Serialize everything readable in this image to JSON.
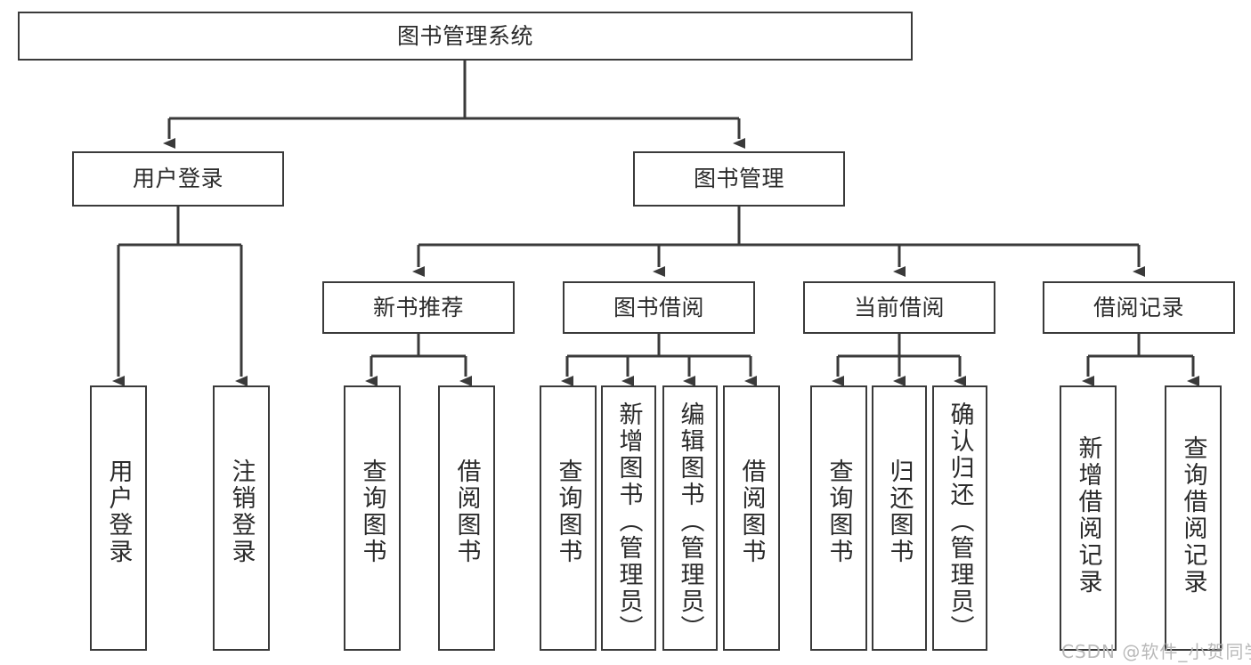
{
  "diagram": {
    "type": "tree-hierarchy",
    "title": "图书管理系统",
    "orientation": "top-down",
    "levels": 4,
    "line_color": "#3a3a3a",
    "box_fill": "#ffffff",
    "text_color": "#2b2b2b"
  },
  "nodes": {
    "root": {
      "label": "图书管理系统",
      "level": 1,
      "text_direction": "horizontal"
    },
    "user_login": {
      "label": "用户登录",
      "level": 2,
      "text_direction": "horizontal"
    },
    "book_manage": {
      "label": "图书管理",
      "level": 2,
      "text_direction": "horizontal"
    },
    "new_book_rec": {
      "label": "新书推荐",
      "level": 3,
      "text_direction": "horizontal"
    },
    "book_borrow": {
      "label": "图书借阅",
      "level": 3,
      "text_direction": "horizontal"
    },
    "current_borrow": {
      "label": "当前借阅",
      "level": 3,
      "text_direction": "horizontal"
    },
    "borrow_record": {
      "label": "借阅记录",
      "level": 3,
      "text_direction": "horizontal"
    },
    "leaf_user_login": {
      "label": "用户登录",
      "level": 4,
      "text_direction": "vertical"
    },
    "leaf_logout": {
      "label": "注销登录",
      "level": 4,
      "text_direction": "vertical"
    },
    "leaf_query_book_1": {
      "label": "查询图书",
      "level": 4,
      "text_direction": "vertical"
    },
    "leaf_borrow_book_1": {
      "label": "借阅图书",
      "level": 4,
      "text_direction": "vertical"
    },
    "leaf_query_book_2": {
      "label": "查询图书",
      "level": 4,
      "text_direction": "vertical"
    },
    "leaf_add_book": {
      "label": "新增图书（管理员）",
      "level": 4,
      "text_direction": "vertical"
    },
    "leaf_edit_book": {
      "label": "编辑图书（管理员）",
      "level": 4,
      "text_direction": "vertical"
    },
    "leaf_borrow_book_2": {
      "label": "借阅图书",
      "level": 4,
      "text_direction": "vertical"
    },
    "leaf_query_book_3": {
      "label": "查询图书",
      "level": 4,
      "text_direction": "vertical"
    },
    "leaf_return_book": {
      "label": "归还图书",
      "level": 4,
      "text_direction": "vertical"
    },
    "leaf_confirm_return": {
      "label": "确认归还（管理员）",
      "level": 4,
      "text_direction": "vertical"
    },
    "leaf_add_record": {
      "label": "新增借阅记录",
      "level": 4,
      "text_direction": "vertical"
    },
    "leaf_query_record": {
      "label": "查询借阅记录",
      "level": 4,
      "text_direction": "vertical"
    }
  },
  "edges": [
    {
      "from": "root",
      "to": "user_login"
    },
    {
      "from": "root",
      "to": "book_manage"
    },
    {
      "from": "user_login",
      "to": "leaf_user_login"
    },
    {
      "from": "user_login",
      "to": "leaf_logout"
    },
    {
      "from": "book_manage",
      "to": "new_book_rec"
    },
    {
      "from": "book_manage",
      "to": "book_borrow"
    },
    {
      "from": "book_manage",
      "to": "current_borrow"
    },
    {
      "from": "book_manage",
      "to": "borrow_record"
    },
    {
      "from": "new_book_rec",
      "to": "leaf_query_book_1"
    },
    {
      "from": "new_book_rec",
      "to": "leaf_borrow_book_1"
    },
    {
      "from": "book_borrow",
      "to": "leaf_query_book_2"
    },
    {
      "from": "book_borrow",
      "to": "leaf_add_book"
    },
    {
      "from": "book_borrow",
      "to": "leaf_edit_book"
    },
    {
      "from": "book_borrow",
      "to": "leaf_borrow_book_2"
    },
    {
      "from": "current_borrow",
      "to": "leaf_query_book_3"
    },
    {
      "from": "current_borrow",
      "to": "leaf_return_book"
    },
    {
      "from": "current_borrow",
      "to": "leaf_confirm_return"
    },
    {
      "from": "borrow_record",
      "to": "leaf_add_record"
    },
    {
      "from": "borrow_record",
      "to": "leaf_query_record"
    }
  ],
  "watermark": {
    "text": "CSDN @软件_小贺同学",
    "color": "#b9b9b9"
  }
}
